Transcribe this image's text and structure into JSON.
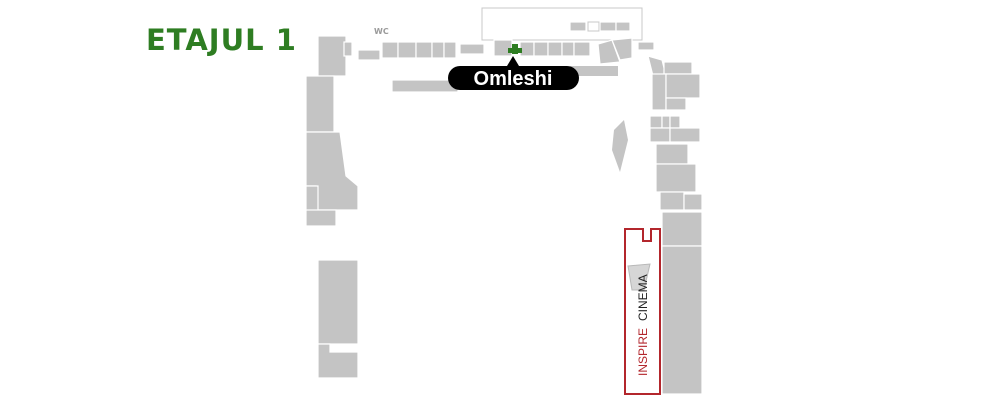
{
  "floor": {
    "title": "ETAJUL 1"
  },
  "facilities": {
    "wc_label": "WC"
  },
  "marker": {
    "label": "Omleshi",
    "color": "#2e7d22"
  },
  "cinema": {
    "word1": "INSPIRE",
    "word2": "CINEMA",
    "accent_color": "#b3262c"
  },
  "colors": {
    "title": "#2e7d22",
    "shop_fill": "#c4c4c4",
    "callout_bg": "#000000"
  },
  "icons": {
    "marker_icon": "cross-marker-icon",
    "pointer_icon": "triangle-pointer-icon"
  }
}
